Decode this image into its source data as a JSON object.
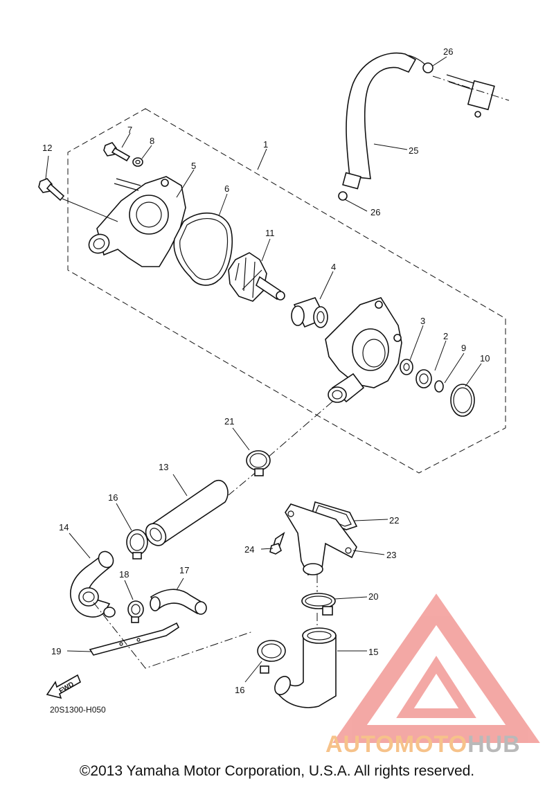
{
  "callouts": [
    {
      "id": "c1",
      "text": "1"
    },
    {
      "id": "c2",
      "text": "2"
    },
    {
      "id": "c3",
      "text": "3"
    },
    {
      "id": "c4",
      "text": "4"
    },
    {
      "id": "c5",
      "text": "5"
    },
    {
      "id": "c6",
      "text": "6"
    },
    {
      "id": "c7",
      "text": "7"
    },
    {
      "id": "c8",
      "text": "8"
    },
    {
      "id": "c9",
      "text": "9"
    },
    {
      "id": "c10",
      "text": "10"
    },
    {
      "id": "c11",
      "text": "11"
    },
    {
      "id": "c12",
      "text": "12"
    },
    {
      "id": "c13",
      "text": "13"
    },
    {
      "id": "c14",
      "text": "14"
    },
    {
      "id": "c15",
      "text": "15"
    },
    {
      "id": "c16a",
      "text": "16"
    },
    {
      "id": "c16b",
      "text": "16"
    },
    {
      "id": "c17",
      "text": "17"
    },
    {
      "id": "c18",
      "text": "18"
    },
    {
      "id": "c19",
      "text": "19"
    },
    {
      "id": "c20",
      "text": "20"
    },
    {
      "id": "c21",
      "text": "21"
    },
    {
      "id": "c22",
      "text": "22"
    },
    {
      "id": "c23",
      "text": "23"
    },
    {
      "id": "c24",
      "text": "24"
    },
    {
      "id": "c25",
      "text": "25"
    },
    {
      "id": "c26a",
      "text": "26"
    },
    {
      "id": "c26b",
      "text": "26"
    }
  ],
  "fwd_label": "FWD",
  "figure_code": "20S1300-H050",
  "copyright": "©2013 Yamaha Motor Corporation, U.S.A. All rights reserved.",
  "watermark": {
    "text_a": "AUTOMOTO",
    "text_b": "HUB",
    "color_a": "#f6c28a",
    "color_b": "#b9b9b9",
    "logo_color": "#f29a96"
  }
}
